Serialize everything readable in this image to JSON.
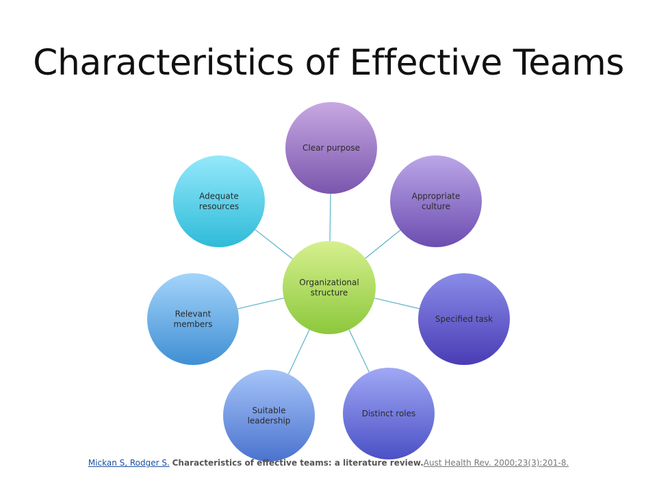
{
  "title": "Characteristics of Effective Teams",
  "center": {
    "lines": [
      "Organizational",
      "structure"
    ]
  },
  "nodes": [
    {
      "key": "clear-purpose",
      "lines": [
        "Clear purpose"
      ],
      "top": "#c8a8e2",
      "bottom": "#7a56ad"
    },
    {
      "key": "appropriate-culture",
      "lines": [
        "Appropriate",
        "culture"
      ],
      "top": "#bba6e8",
      "bottom": "#6c4db0"
    },
    {
      "key": "specified-task",
      "lines": [
        "Specified task"
      ],
      "top": "#8a8ce8",
      "bottom": "#4a3cb5"
    },
    {
      "key": "distinct-roles",
      "lines": [
        "Distinct roles"
      ],
      "top": "#a0a8f5",
      "bottom": "#4b50c5"
    },
    {
      "key": "suitable-leadership",
      "lines": [
        "Suitable",
        "leadership"
      ],
      "top": "#a6c4f8",
      "bottom": "#4a73cf"
    },
    {
      "key": "relevant-members",
      "lines": [
        "Relevant",
        "members"
      ],
      "top": "#a4d4fa",
      "bottom": "#3f8fd4"
    },
    {
      "key": "adequate-resources",
      "lines": [
        "Adequate",
        "resources"
      ],
      "top": "#95e8fb",
      "bottom": "#2ebbd8"
    }
  ],
  "center_colors": {
    "top": "#d6f08e",
    "bottom": "#8cc83c"
  },
  "connector_color": "#5ab3c9",
  "citation": {
    "authors": "Mickan S, Rodger S.",
    "article": "Characteristics of effective teams: a literature review.",
    "journal": "Aust Health Rev. 2000;23(3):201-8."
  }
}
